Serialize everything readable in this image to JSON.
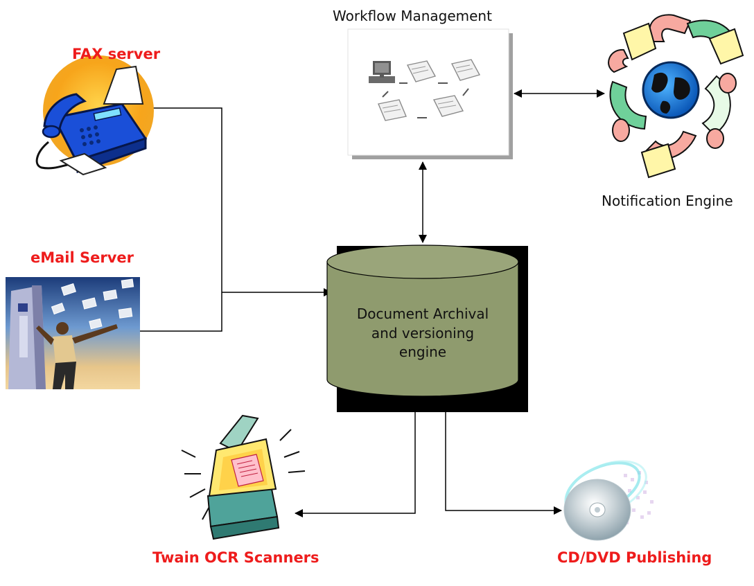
{
  "nodes": {
    "fax_server": "FAX server",
    "email_server": "eMail Server",
    "workflow_management": "Workflow Management",
    "notification_engine": "Notification Engine",
    "archive_engine": [
      "Document Archival",
      "and versioning",
      "engine"
    ],
    "twain_scanners": "Twain OCR Scanners",
    "cd_dvd_publishing": "CD/DVD Publishing"
  },
  "colors": {
    "label_red": "#ee1c1c",
    "cylinder_fill": "#8f9b6e",
    "cylinder_top": "#9aa57a",
    "cylinder_shadow": "#000000",
    "connector": "#000000"
  },
  "icons": {
    "fax": "fax-machine-icon",
    "email": "email-person-icon",
    "workflow": "workflow-flowchart-icon",
    "notification": "notification-globe-icon",
    "scanner": "scanner-icon",
    "disc": "cd-disc-icon"
  }
}
